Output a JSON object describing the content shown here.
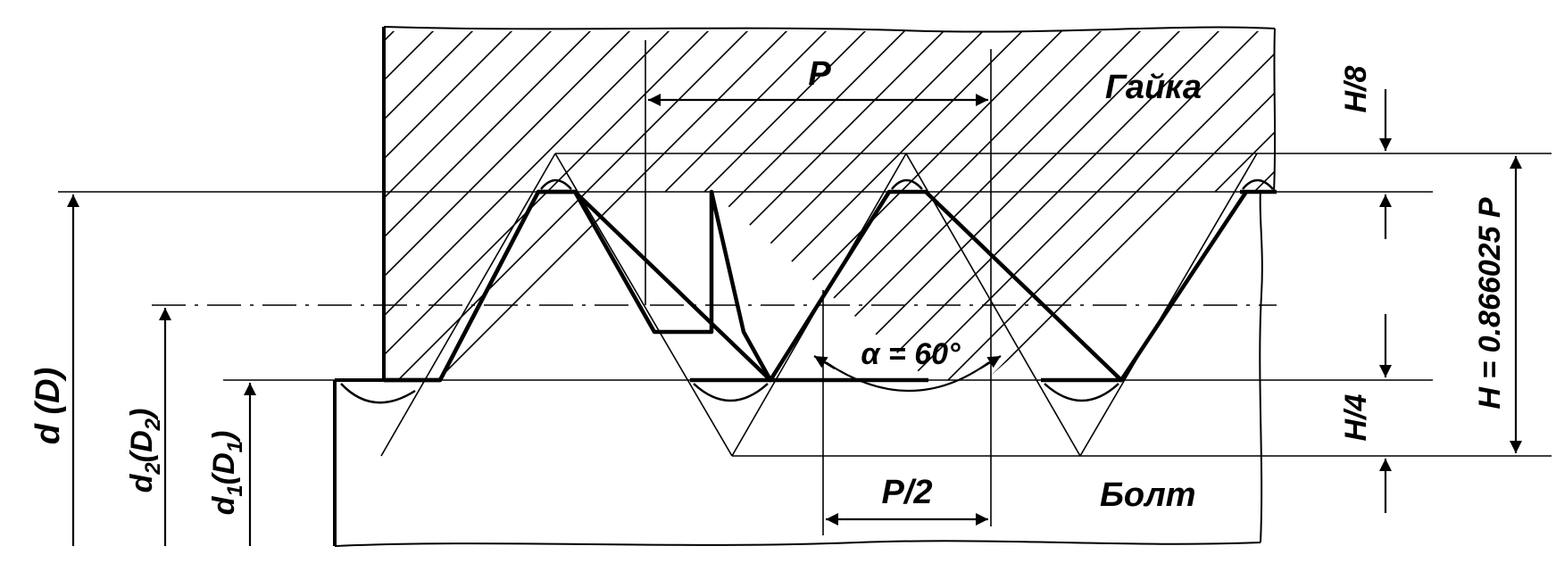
{
  "labels": {
    "pitch": "P",
    "nut": "Гайка",
    "bolt": "Болт",
    "h8": "H/8",
    "h4": "H/4",
    "height_formula": "H = 0.866025 P",
    "angle": "α = 60°",
    "half_pitch": "P/2",
    "major_dia": "d (D)",
    "pitch_dia_main": "d",
    "pitch_dia_sub1": "2",
    "pitch_dia_mid": "(D",
    "pitch_dia_sub2": "2",
    "pitch_dia_end": ")",
    "minor_dia_main": "d",
    "minor_dia_sub1": "1",
    "minor_dia_mid": "(D",
    "minor_dia_sub2": "1",
    "minor_dia_end": ")"
  },
  "colors": {
    "ink": "#000000",
    "paper": "#ffffff"
  }
}
